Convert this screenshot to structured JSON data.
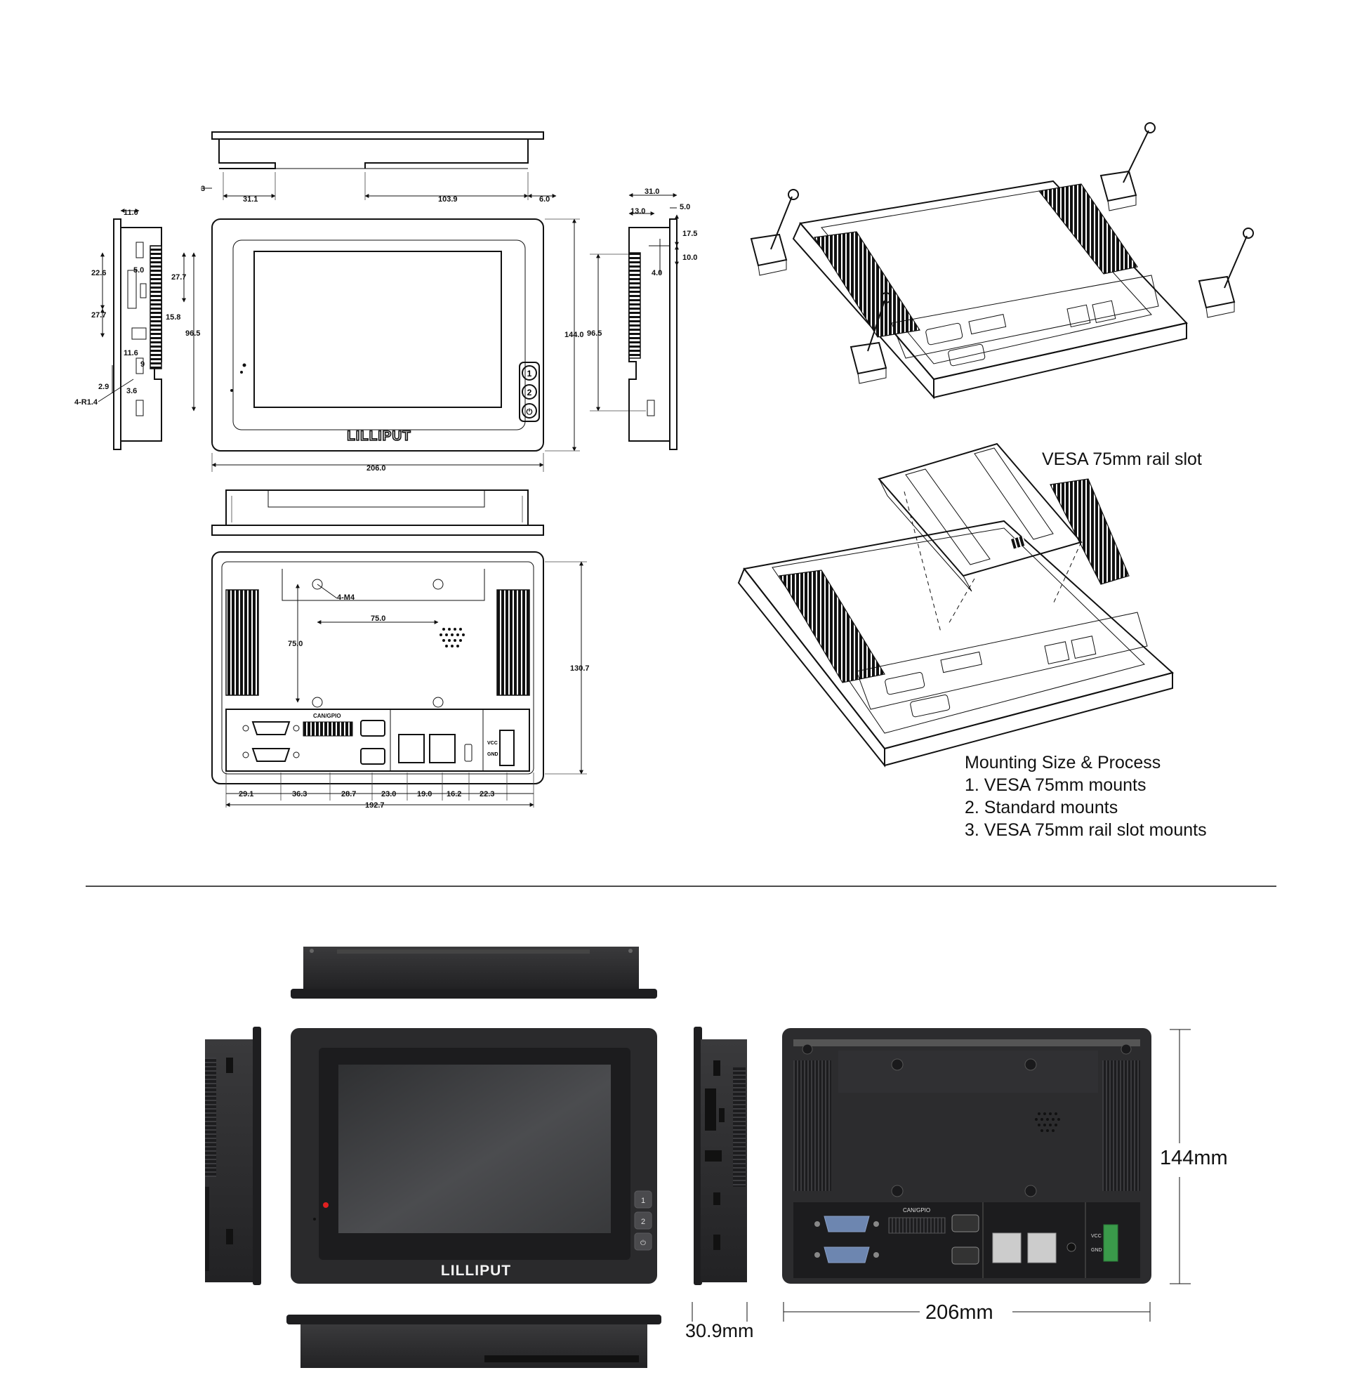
{
  "brand": "LILLIPUT",
  "drawing_dims": {
    "top_left_offset": "3",
    "top_slot": "31.1",
    "top_slot2": "103.9",
    "top_edge": "6.0",
    "left_depth": "11.0",
    "left_5": "5.0",
    "left_226": "22.6",
    "left_277a": "27.7",
    "left_277b": "27.7",
    "left_158": "15.8",
    "left_965": "96.5",
    "left_116": "11.6",
    "left_29": "2.9",
    "left_36": "3.6",
    "left_hole": "4-R1.4",
    "left_9": "9",
    "front_width": "206.0",
    "front_height": "144.0",
    "front_965": "96.5",
    "right_depth": "31.0",
    "right_130": "13.0",
    "right_50": "5.0",
    "right_175": "17.5",
    "right_100": "10.0",
    "right_40": "4.0",
    "back_m4": "4-M4",
    "back_75h": "75.0",
    "back_75v": "75.0",
    "back_height": "130.7",
    "bot_291": "29.1",
    "bot_363": "36.3",
    "bot_287": "28.7",
    "bot_230": "23.0",
    "bot_190": "19.0",
    "bot_162": "16.2",
    "bot_223": "22.3",
    "bot_total": "192.7"
  },
  "port_labels": {
    "can_gpio": "CAN/GPIO",
    "vcc": "VCC",
    "gnd": "GND"
  },
  "buttons": [
    "1",
    "2",
    "⏻"
  ],
  "captions": {
    "rail_slot": "VESA 75mm rail slot",
    "mounting_title": "Mounting Size & Process",
    "mount_1": "1. VESA 75mm mounts",
    "mount_2": "2. Standard mounts",
    "mount_3": "3. VESA 75mm rail slot mounts"
  },
  "photo_dims": {
    "height": "144mm",
    "width": "206mm",
    "depth": "30.9mm"
  },
  "colors": {
    "line": "#111111",
    "device_dark": "#2b2b2d",
    "device_frame": "#1e1e20",
    "screen": "#3a3b3d",
    "terminal_green": "#3a9a4a",
    "led_red": "#e02020",
    "port_blue": "#6d86b0"
  }
}
